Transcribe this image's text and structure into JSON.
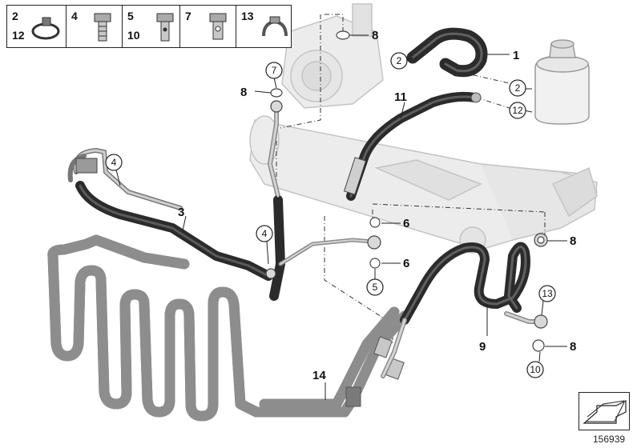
{
  "legend": {
    "cells": [
      {
        "nums": [
          "2",
          "12"
        ],
        "icon": "hose-clamp-icon"
      },
      {
        "nums": [
          "4"
        ],
        "icon": "hollow-bolt-icon"
      },
      {
        "nums": [
          "5",
          "10"
        ],
        "icon": "banjo-bolt-icon"
      },
      {
        "nums": [
          "7"
        ],
        "icon": "screw-plug-icon"
      },
      {
        "nums": [
          "13"
        ],
        "icon": "clip-icon"
      }
    ]
  },
  "callouts": {
    "c1": "1",
    "c2a": "2",
    "c2b": "2",
    "c3": "3",
    "c4a": "4",
    "c4b": "4",
    "c5": "5",
    "c6a": "6",
    "c6b": "6",
    "c7": "7",
    "c8a": "8",
    "c8b": "8",
    "c8c": "8",
    "c8d": "8",
    "c9": "9",
    "c10": "10",
    "c11": "11",
    "c12": "12",
    "c13": "13",
    "c14": "14"
  },
  "reference_number": "156939",
  "colors": {
    "hose_dark": "#2b2b2b",
    "hose_highlight": "#6a6a6a",
    "pipe_gray": "#9a9a9a",
    "pipe_light": "#d6d6d6",
    "ghost_part": "#e2e2e2",
    "ghost_outline": "#bdbdbd",
    "line": "#222222"
  }
}
